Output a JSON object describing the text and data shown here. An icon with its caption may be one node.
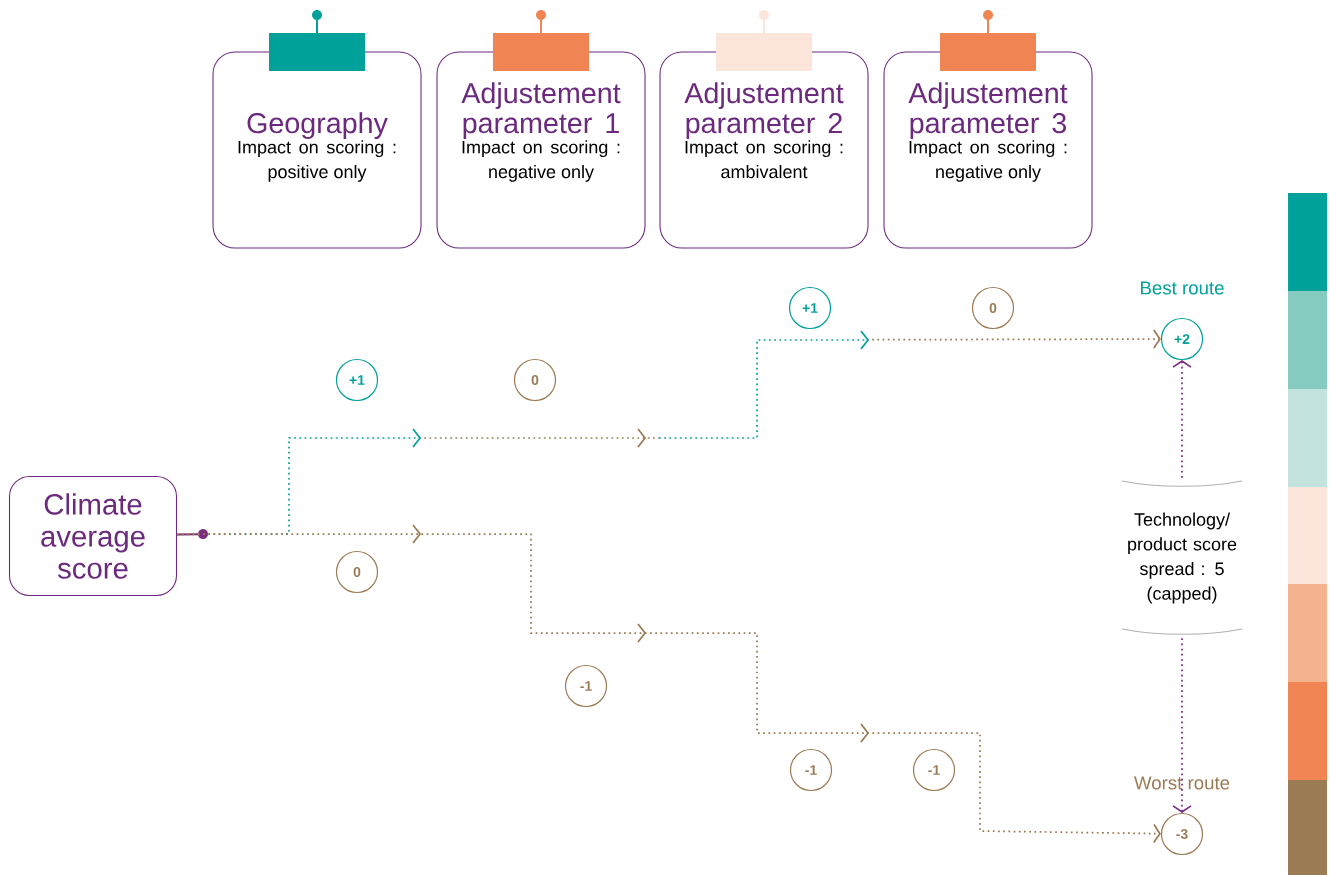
{
  "diagram": {
    "nodes": [
      {
        "text": [
          "Geography",
          "Impact on scoring : positive only"
        ]
      },
      {
        "text": [
          "Adjustement parameter 1",
          "Impact on scoring : negative only"
        ]
      },
      {
        "text": [
          "Adjustement parameter 2",
          "Impact on scoring : ambivalent"
        ]
      },
      {
        "text": [
          "Adjustement parameter 3",
          "Impact on scoring : negative only"
        ]
      },
      {
        "text": [
          "Climate average score"
        ]
      },
      {
        "text": [
          "+1"
        ]
      },
      {
        "text": [
          "0"
        ]
      },
      {
        "text": [
          "0"
        ]
      },
      {
        "text": [
          "-1"
        ]
      },
      {
        "text": [
          "+1"
        ]
      },
      {
        "text": [
          "0"
        ]
      },
      {
        "text": [
          "-1"
        ]
      },
      {
        "text": [
          "-1"
        ]
      },
      {
        "text": [
          "+2"
        ],
        "beside": [
          "Best route"
        ]
      },
      {
        "text": [
          "Technology/ product score spread : 5 (capped)"
        ]
      },
      {
        "text": [
          "-3"
        ],
        "beside": [
          "Worst route"
        ]
      }
    ],
    "edges": [
      {
        "from": 4,
        "to": 13,
        "arrow": "to"
      },
      {
        "from": 4,
        "to": 15,
        "arrow": "to"
      },
      {
        "from": 14,
        "to": 13,
        "arrow": "to",
        "color": "#7b2d7f"
      },
      {
        "from": 14,
        "to": 15,
        "arrow": "to",
        "color": "#7b2d7f"
      }
    ]
  }
}
